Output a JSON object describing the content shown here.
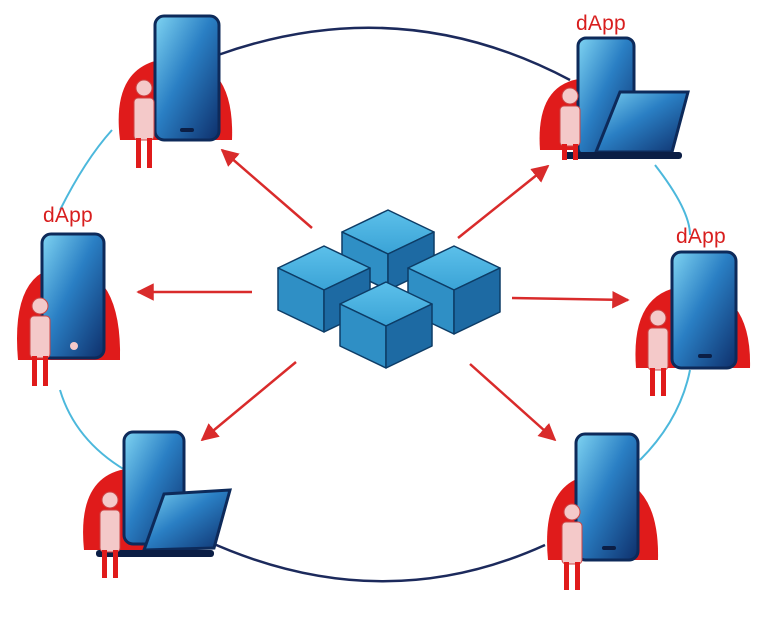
{
  "diagram": {
    "hub": {
      "icon": "blockchain-cubes-icon",
      "cube_count": 4
    },
    "nodes": [
      {
        "id": "top-left",
        "device": "phone",
        "label": ""
      },
      {
        "id": "top-right",
        "device": "phone-laptop",
        "label": "dApp"
      },
      {
        "id": "mid-left",
        "device": "phone",
        "label": "dApp"
      },
      {
        "id": "mid-right",
        "device": "phone",
        "label": "dApp"
      },
      {
        "id": "bottom-left",
        "device": "phone-laptop",
        "label": ""
      },
      {
        "id": "bottom-right",
        "device": "phone",
        "label": ""
      }
    ],
    "colors": {
      "accent_red": "#e01b1b",
      "arrow_red": "#d92b2b",
      "ring_navy": "#1c2a5c",
      "ring_cyan": "#4cb8dc",
      "cube_blue": "#2f8fc5",
      "screen_blue": "#1f5fa8",
      "person_pink": "#f4c9c9"
    }
  }
}
